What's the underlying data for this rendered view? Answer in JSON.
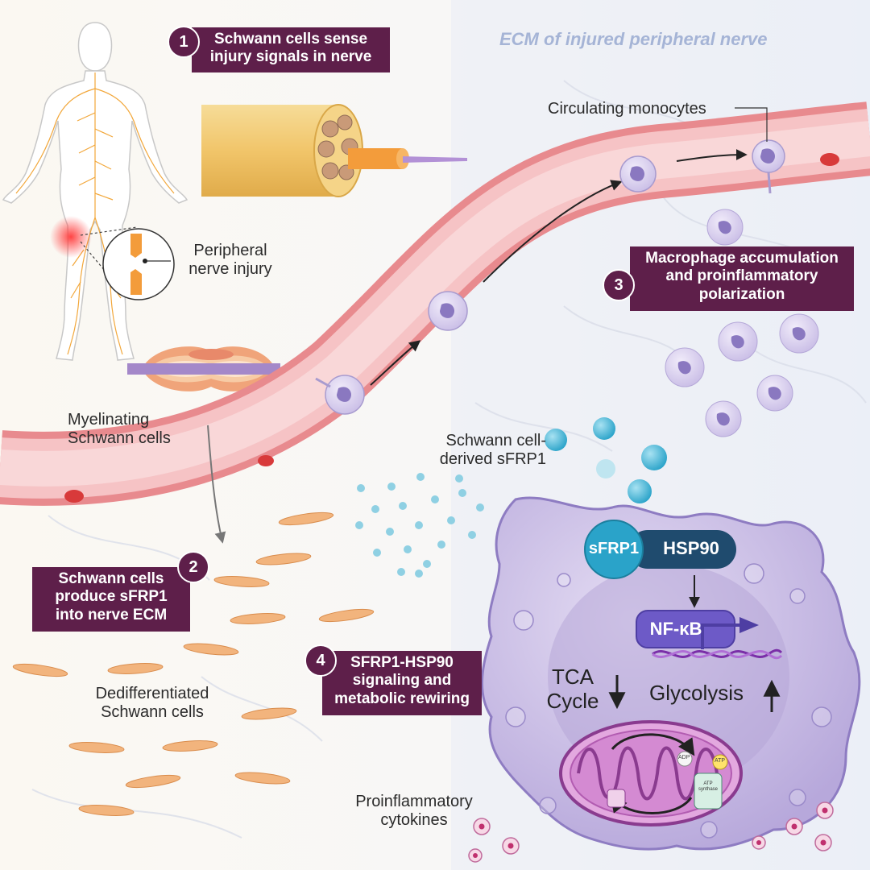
{
  "title": "ECM of injured peripheral nerve",
  "steps": [
    {
      "num": "1",
      "text": "Schwann cells sense injury signals in nerve"
    },
    {
      "num": "2",
      "text": "Schwann cells produce sFRP1 into nerve ECM"
    },
    {
      "num": "3",
      "text": "Macrophage accumulation and proinflammatory polarization"
    },
    {
      "num": "4",
      "text": "SFRP1-HSP90 signaling and metabolic rewiring"
    }
  ],
  "labels": {
    "peripheral_nerve_injury": "Peripheral nerve injury",
    "circulating_monocytes": "Circulating monocytes",
    "myelinating_schwann_cells": "Myelinating Schwann cells",
    "schwann_cell_derived_sfrp1": "Schwann cell-derived sFRP1",
    "dedifferentiated_schwann_cells": "Dedifferentiated Schwann cells",
    "proinflammatory_cytokines": "Proinflammatory cytokines",
    "sfrp1": "sFRP1",
    "hsp90": "HSP90",
    "nfkb": "NF-κB",
    "tca_cycle": "TCA Cycle",
    "glycolysis": "Glycolysis",
    "adp": "ADP",
    "atp": "ATP",
    "atp_synthase": "ATP synthase"
  },
  "colors": {
    "step_box": "#5e1f4a",
    "vessel": "#f3b8bb",
    "nerve": "#f3c77a",
    "axon_orange": "#f39c3b",
    "macrophage": "#cbbde6",
    "sfrp1_blue": "#2aa3c9",
    "hsp90_navy": "#1f4b6e",
    "nfkb_purple": "#6d5ac7",
    "mitochondrion": "#c06cbf"
  }
}
